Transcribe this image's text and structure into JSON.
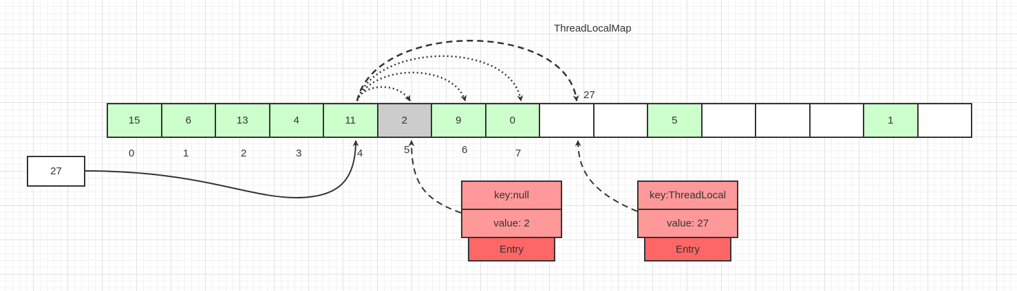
{
  "title": "ThreadLocalMap",
  "colors": {
    "used": "#ccffcc",
    "stale": "#cccccc",
    "empty": "#ffffff",
    "entry": "#ff9999",
    "entry_tag": "#ff6666"
  },
  "cells": [
    {
      "value": "15",
      "state": "used"
    },
    {
      "value": "6",
      "state": "used"
    },
    {
      "value": "13",
      "state": "used"
    },
    {
      "value": "4",
      "state": "used"
    },
    {
      "value": "11",
      "state": "used"
    },
    {
      "value": "2",
      "state": "stale"
    },
    {
      "value": "9",
      "state": "used"
    },
    {
      "value": "0",
      "state": "used"
    },
    {
      "value": "",
      "state": "empty"
    },
    {
      "value": "",
      "state": "empty"
    },
    {
      "value": "5",
      "state": "used"
    },
    {
      "value": "",
      "state": "empty"
    },
    {
      "value": "",
      "state": "empty"
    },
    {
      "value": "",
      "state": "empty"
    },
    {
      "value": "1",
      "state": "used"
    },
    {
      "value": "",
      "state": "empty"
    }
  ],
  "indices": [
    "0",
    "1",
    "2",
    "3",
    "4",
    "5",
    "6",
    "7"
  ],
  "new_key": "27",
  "slot_label": "27",
  "entries": [
    {
      "key": "key:null",
      "value": "value: 2",
      "label": "Entry"
    },
    {
      "key": "key:ThreadLocal",
      "value": "value: 27",
      "label": "Entry"
    }
  ]
}
